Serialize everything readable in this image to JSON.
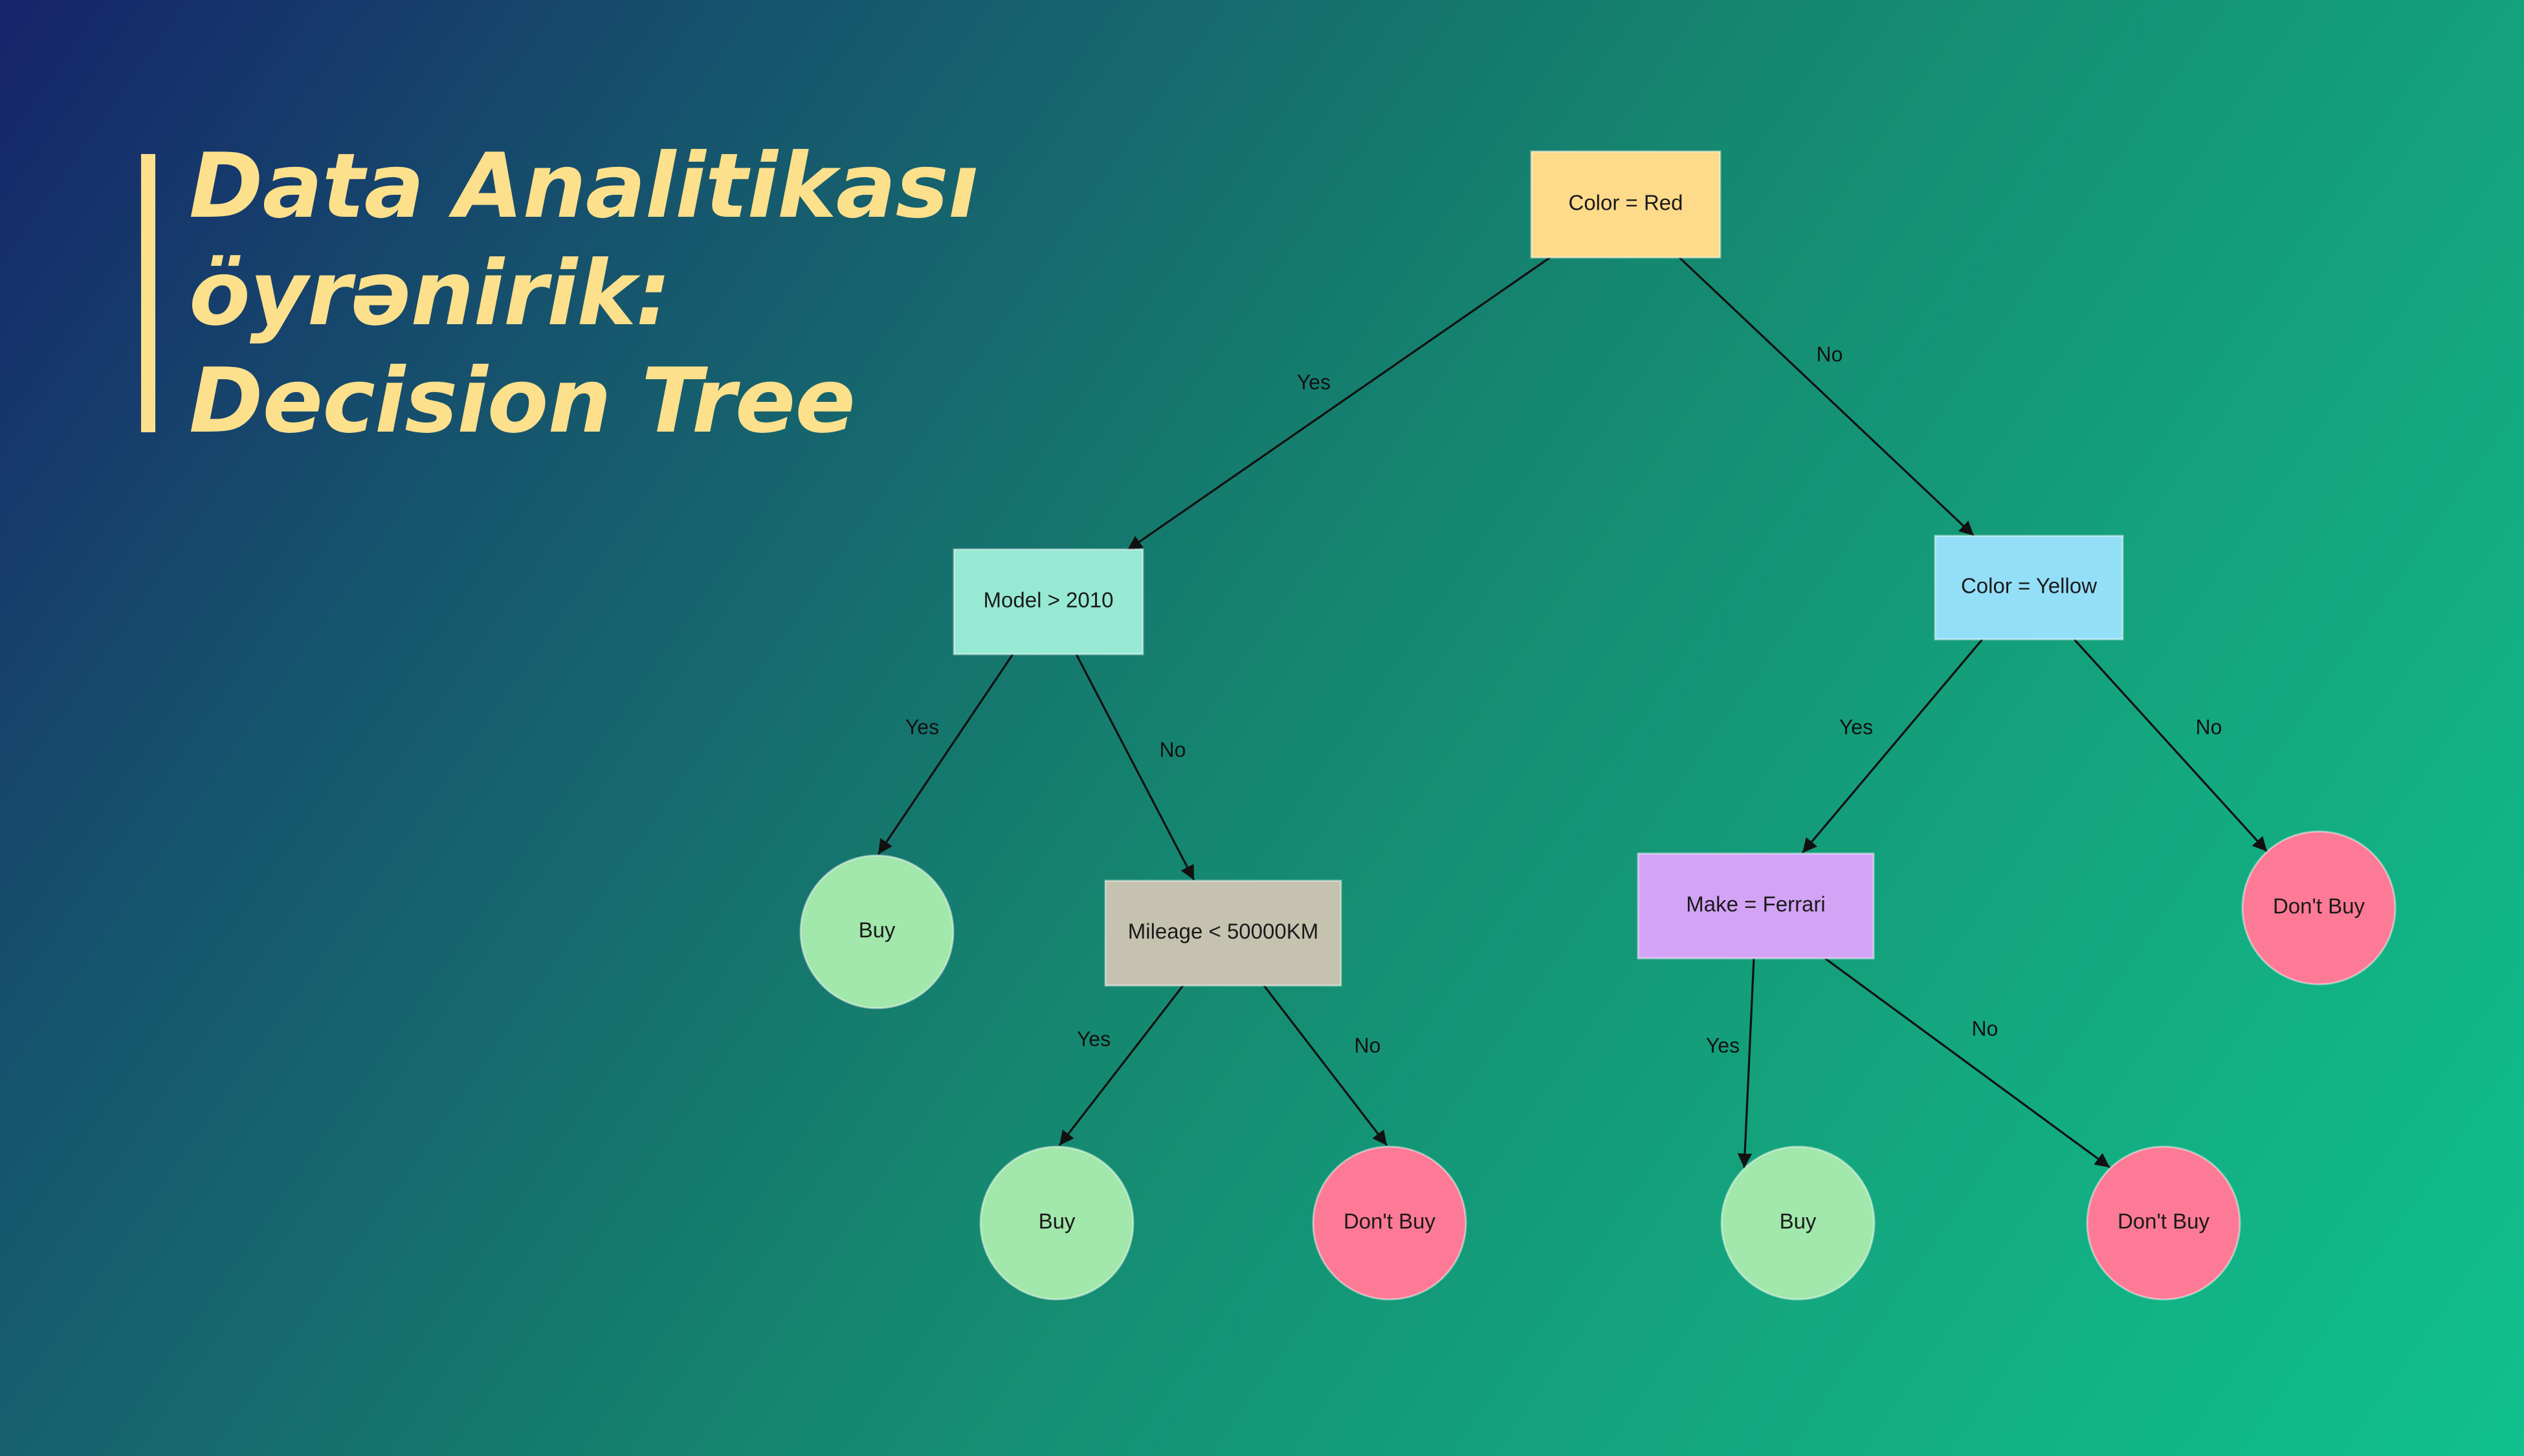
{
  "title": {
    "line1": "Data Analitikası",
    "line2": "öyrənirik:",
    "line3": "Decision Tree"
  },
  "colors": {
    "title": "#fde08c",
    "root": "#fedb8b",
    "model": "#96e9d3",
    "color_yellow": "#94dff8",
    "mileage": "#c5c3af",
    "make": "#d3a4f6",
    "buy": "#a2e7ab",
    "dont_buy": "#fd7a96"
  },
  "nodes": [
    {
      "id": "root",
      "label": "Color = Red",
      "shape": "rect",
      "color": "#fedb8b"
    },
    {
      "id": "model",
      "label": "Model > 2010",
      "shape": "rect",
      "color": "#96e9d3"
    },
    {
      "id": "color_yellow",
      "label": "Color = Yellow",
      "shape": "rect",
      "color": "#94dff8"
    },
    {
      "id": "buy1",
      "label": "Buy",
      "shape": "circle",
      "color": "#a2e7ab"
    },
    {
      "id": "mileage",
      "label": "Mileage < 50000KM",
      "shape": "rect",
      "color": "#c5c3af"
    },
    {
      "id": "make",
      "label": "Make = Ferrari",
      "shape": "rect",
      "color": "#d3a4f6"
    },
    {
      "id": "dontbuy1",
      "label": "Don't Buy",
      "shape": "circle",
      "color": "#fd7a96"
    },
    {
      "id": "buy2",
      "label": "Buy",
      "shape": "circle",
      "color": "#a2e7ab"
    },
    {
      "id": "dontbuy2",
      "label": "Don't Buy",
      "shape": "circle",
      "color": "#fd7a96"
    },
    {
      "id": "buy3",
      "label": "Buy",
      "shape": "circle",
      "color": "#a2e7ab"
    },
    {
      "id": "dontbuy3",
      "label": "Don't Buy",
      "shape": "circle",
      "color": "#fd7a96"
    }
  ],
  "edges": [
    {
      "from": "root",
      "to": "model",
      "label": "Yes"
    },
    {
      "from": "root",
      "to": "color_yellow",
      "label": "No"
    },
    {
      "from": "model",
      "to": "buy1",
      "label": "Yes"
    },
    {
      "from": "model",
      "to": "mileage",
      "label": "No"
    },
    {
      "from": "color_yellow",
      "to": "make",
      "label": "Yes"
    },
    {
      "from": "color_yellow",
      "to": "dontbuy1",
      "label": "No"
    },
    {
      "from": "mileage",
      "to": "buy2",
      "label": "Yes"
    },
    {
      "from": "mileage",
      "to": "dontbuy2",
      "label": "No"
    },
    {
      "from": "make",
      "to": "buy3",
      "label": "Yes"
    },
    {
      "from": "make",
      "to": "dontbuy3",
      "label": "No"
    }
  ]
}
